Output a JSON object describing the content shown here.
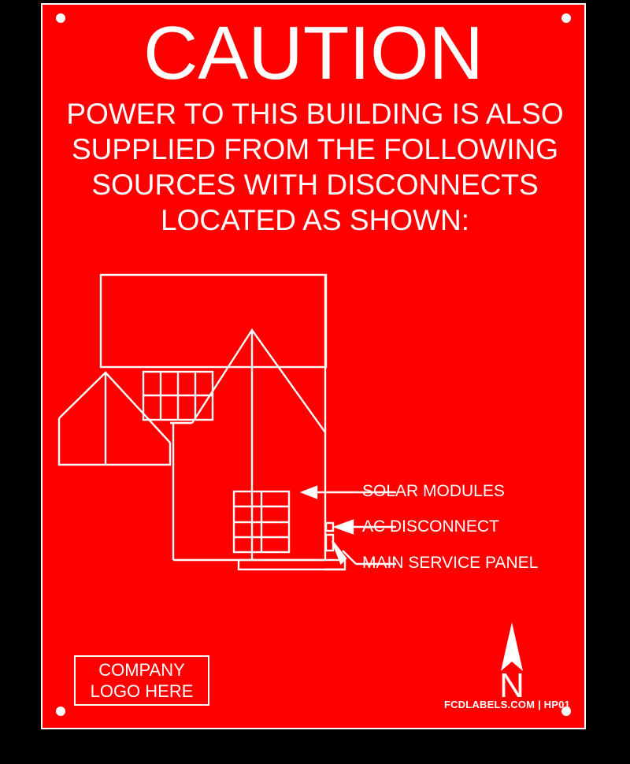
{
  "sign": {
    "background_color": "#FF0000",
    "text_color": "#FFFFFF",
    "border_color": "#FFFFFF",
    "outside_color": "#000000",
    "headline": "CAUTION",
    "body_lines": [
      "POWER TO THIS BUILDING IS ALSO",
      "SUPPLIED FROM THE FOLLOWING",
      "SOURCES WITH DISCONNECTS",
      "LOCATED AS SHOWN:"
    ],
    "mounting_holes": [
      "top-left",
      "top-right",
      "bottom-left",
      "bottom-right"
    ]
  },
  "diagram": {
    "callouts": [
      {
        "key": "solar",
        "label": "SOLAR MODULES"
      },
      {
        "key": "acd",
        "label": "AC DISCONNECT"
      },
      {
        "key": "msp",
        "label": "MAIN SERVICE PANEL"
      }
    ]
  },
  "logo_placeholder": {
    "lines": [
      "COMPANY",
      "LOGO HERE"
    ]
  },
  "compass": {
    "direction_letter": "N"
  },
  "footer": {
    "text": "FCDLABELS.COM | HP01"
  }
}
